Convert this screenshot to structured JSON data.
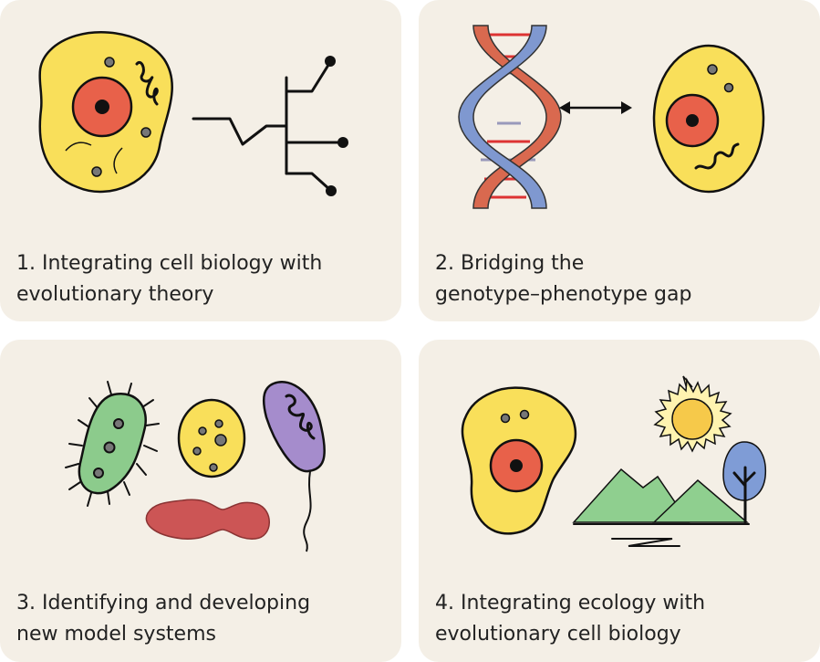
{
  "panels": [
    {
      "id": "integrating-cell-biology",
      "caption_line1": "1. Integrating cell biology with",
      "caption_line2": "evolutionary theory"
    },
    {
      "id": "genotype-phenotype",
      "caption_line1": "2. Bridging the",
      "caption_line2": "genotype–phenotype gap"
    },
    {
      "id": "model-systems",
      "caption_line1": "3. Identifying and developing",
      "caption_line2": "new model systems"
    },
    {
      "id": "ecology",
      "caption_line1": "4. Integrating ecology with",
      "caption_line2": "evolutionary cell biology"
    }
  ],
  "colors": {
    "panel_bg": "#f4efe6",
    "cell_yellow": "#f9df5a",
    "nucleus_red": "#e8614a",
    "dna_red": "#d9694f",
    "dna_blue": "#7f98d0",
    "bacterium_green": "#8ccb8c",
    "vibrio_purple": "#a58ccc",
    "blob_red": "#cc5555",
    "mountain_green": "#8fcf8f",
    "tree_blue": "#7f9cd6",
    "sun_yellow": "#f6c94a"
  }
}
